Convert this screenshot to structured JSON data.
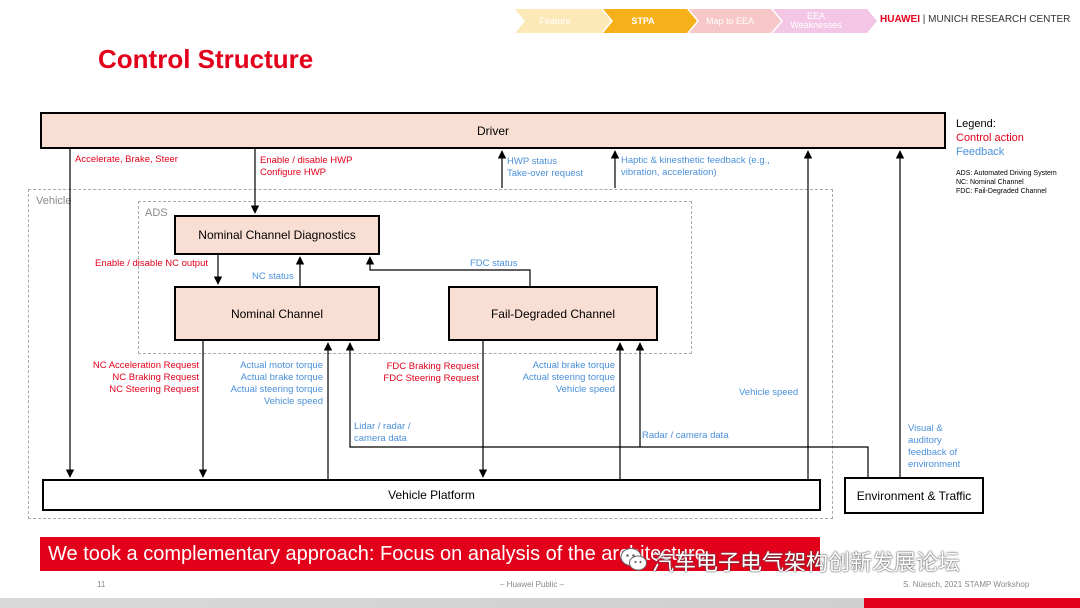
{
  "breadcrumbs": [
    {
      "label": "Feature",
      "color": "#fde9b8",
      "active": false
    },
    {
      "label": "STPA",
      "color": "#f6b01a",
      "active": true
    },
    {
      "label": "Map to EEA",
      "color": "#f7c7c7",
      "active": false
    },
    {
      "label": "EEA Weaknesses",
      "color": "#f3c6e6",
      "active": false
    }
  ],
  "brand": {
    "company": "HUAWEI",
    "center": "| MUNICH RESEARCH CENTER"
  },
  "title": "Control Structure",
  "boxes": {
    "driver": "Driver",
    "ncd": "Nominal Channel Diagnostics",
    "nc": "Nominal Channel",
    "fdc": "Fail-Degraded Channel",
    "platform": "Vehicle Platform",
    "env": "Environment & Traffic"
  },
  "groups": {
    "vehicle": "Vehicle",
    "ads": "ADS"
  },
  "labels": {
    "accel": "Accelerate, Brake, Steer",
    "hwp_ctrl": [
      "Enable / disable HWP",
      "Configure HWP"
    ],
    "hwp_status": [
      "HWP status",
      "Take-over request"
    ],
    "haptic": [
      "Haptic & kinesthetic feedback (e.g.,",
      "vibration, acceleration)"
    ],
    "nc_enable": "Enable / disable NC output",
    "nc_status": "NC status",
    "fdc_status": "FDC status",
    "nc_requests": [
      "NC Acceleration Request",
      "NC Braking Request",
      "NC Steering Request"
    ],
    "nc_feedback": [
      "Actual motor torque",
      "Actual brake torque",
      "Actual steering torque",
      "Vehicle speed"
    ],
    "fdc_requests": [
      "FDC Braking Request",
      "FDC Steering Request"
    ],
    "fdc_feedback": [
      "Actual brake torque",
      "Actual steering torque",
      "Vehicle speed"
    ],
    "lidar": [
      "Lidar / radar /",
      "camera data"
    ],
    "radar": "Radar / camera data",
    "vehicle_speed": "Vehicle speed",
    "visual": [
      "Visual &",
      "auditory",
      "feedback of",
      "environment"
    ]
  },
  "legend": {
    "title": "Legend:",
    "control_action": "Control action",
    "feedback": "Feedback",
    "abbreviations": [
      "ADS: Automated Driving System",
      "NC: Nominal Channel",
      "FDC: Fail-Degraded Channel"
    ]
  },
  "banner": "We took a complementary approach: Focus on analysis of the architecture",
  "watermark": "汽车电子电气架构创新发展论坛",
  "footer": {
    "page": "11",
    "classification": "– Huawei Public –",
    "credit": "S. Nüesch, 2021 STAMP Workshop"
  },
  "colors": {
    "control_action": "#e3001b",
    "feedback": "#4a90d9",
    "box_fill": "#f9ded3",
    "brand_red": "#e3001b"
  }
}
